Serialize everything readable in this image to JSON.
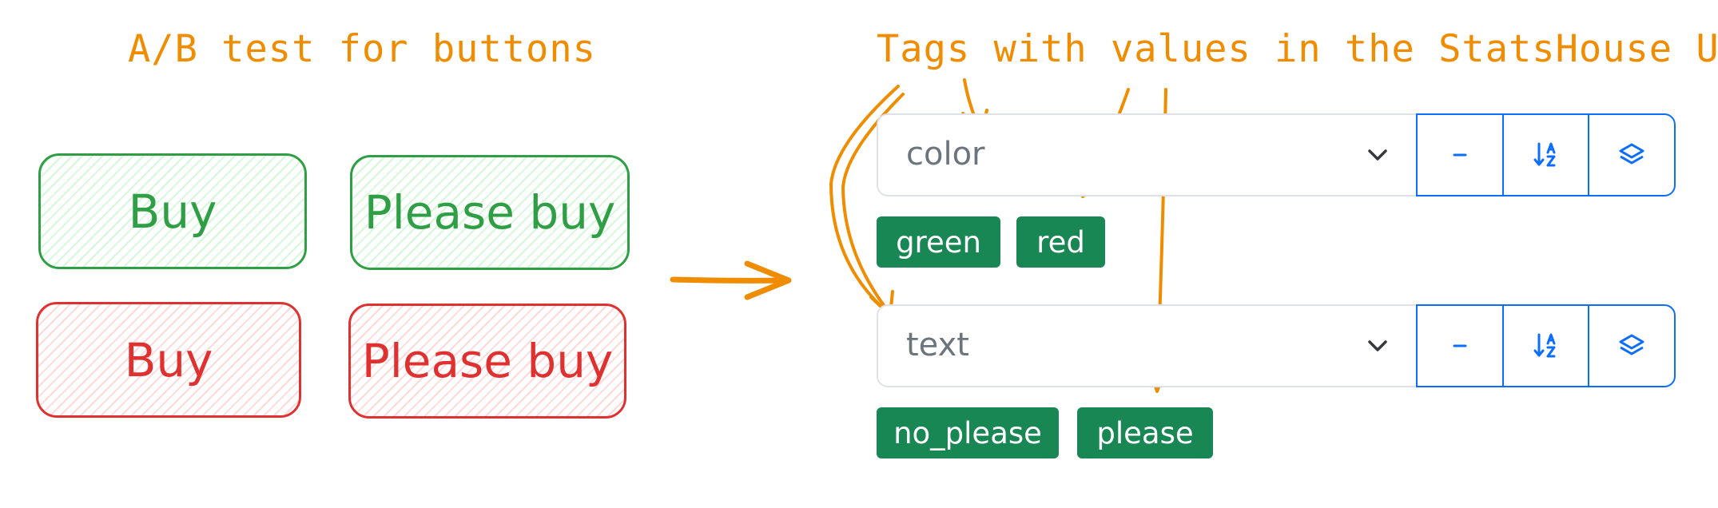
{
  "left_title": "A/B test for buttons",
  "right_title": "Tags with values in the StatsHouse UI",
  "ab_buttons": [
    {
      "label": "Buy",
      "color": "green"
    },
    {
      "label": "Please buy",
      "color": "green"
    },
    {
      "label": "Buy",
      "color": "red"
    },
    {
      "label": "Please buy",
      "color": "red"
    }
  ],
  "tag_rows": [
    {
      "select_label": "color",
      "values": [
        "green",
        "red"
      ]
    },
    {
      "select_label": "text",
      "values": [
        "no_please",
        "please"
      ]
    }
  ],
  "row_buttons": [
    "minus-icon",
    "sort-az-icon",
    "layers-icon"
  ],
  "colors": {
    "sketch_orange": "#f08c00",
    "sketch_green": "#2f9e44",
    "sketch_red": "#e03131",
    "ui_blue": "#0d6efd",
    "tag_green": "#198754",
    "select_text": "#6c757d"
  }
}
